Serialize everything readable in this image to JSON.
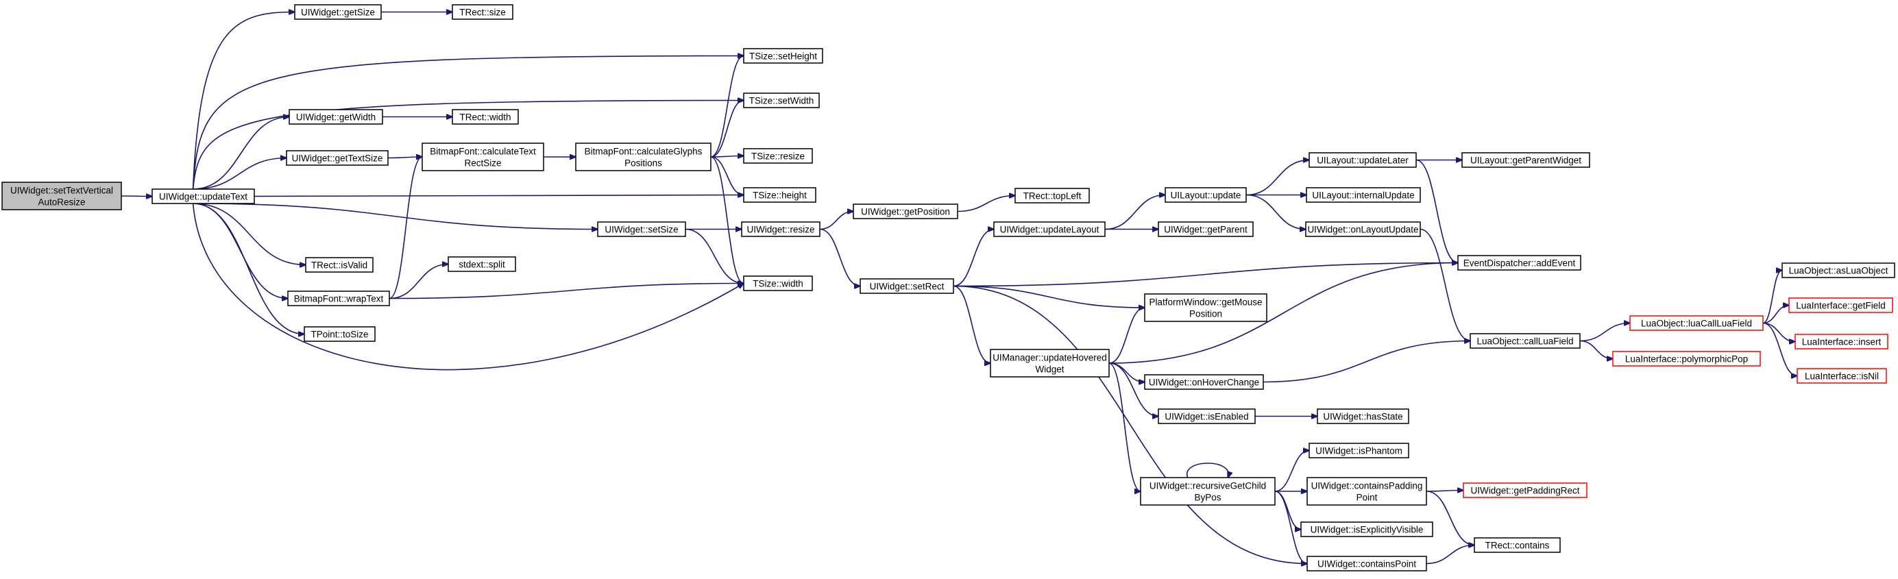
{
  "colors": {
    "background": "#ffffff",
    "edge": "#191970",
    "node_fill": "#ffffff",
    "node_border": "#000000",
    "root_fill": "#bfbfbf",
    "truncated_border": "#ff0000",
    "text": "#000000"
  },
  "nodes": {
    "root": {
      "lines": [
        "UIWidget::setTextVertical",
        "AutoResize"
      ],
      "kind": "root"
    },
    "updateText": {
      "lines": [
        "UIWidget::updateText"
      ]
    },
    "getSize": {
      "lines": [
        "UIWidget::getSize"
      ]
    },
    "trectSize": {
      "lines": [
        "TRect::size"
      ]
    },
    "tsizeSetHeight": {
      "lines": [
        "TSize::setHeight"
      ]
    },
    "tsizeSetWidth": {
      "lines": [
        "TSize::setWidth"
      ]
    },
    "getWidth": {
      "lines": [
        "UIWidget::getWidth"
      ]
    },
    "trectWidth": {
      "lines": [
        "TRect::width"
      ]
    },
    "getTextSize": {
      "lines": [
        "UIWidget::getTextSize"
      ]
    },
    "calcTextRectSize": {
      "lines": [
        "BitmapFont::calculateText",
        "RectSize"
      ]
    },
    "calcGlyphs": {
      "lines": [
        "BitmapFont::calculateGlyphs",
        "Positions"
      ]
    },
    "tsizeResize": {
      "lines": [
        "TSize::resize"
      ]
    },
    "tsizeHeight": {
      "lines": [
        "TSize::height"
      ]
    },
    "setSize": {
      "lines": [
        "UIWidget::setSize"
      ]
    },
    "tsizeWidth": {
      "lines": [
        "TSize::width"
      ]
    },
    "isValid": {
      "lines": [
        "TRect::isValid"
      ]
    },
    "wrapText": {
      "lines": [
        "BitmapFont::wrapText"
      ]
    },
    "split": {
      "lines": [
        "stdext::split"
      ]
    },
    "toSize": {
      "lines": [
        "TPoint::toSize"
      ]
    },
    "resize": {
      "lines": [
        "UIWidget::resize"
      ]
    },
    "getPosition": {
      "lines": [
        "UIWidget::getPosition"
      ]
    },
    "topLeft": {
      "lines": [
        "TRect::topLeft"
      ]
    },
    "setRect": {
      "lines": [
        "UIWidget::setRect"
      ]
    },
    "updateLayout": {
      "lines": [
        "UIWidget::updateLayout"
      ]
    },
    "layoutUpdate": {
      "lines": [
        "UILayout::update"
      ]
    },
    "updateLater": {
      "lines": [
        "UILayout::updateLater"
      ]
    },
    "getParentWidget": {
      "lines": [
        "UILayout::getParentWidget"
      ]
    },
    "internalUpdate": {
      "lines": [
        "UILayout::internalUpdate"
      ]
    },
    "getParent": {
      "lines": [
        "UIWidget::getParent"
      ]
    },
    "onLayoutUpdate": {
      "lines": [
        "UIWidget::onLayoutUpdate"
      ]
    },
    "addEvent": {
      "lines": [
        "EventDispatcher::addEvent"
      ]
    },
    "getMousePos": {
      "lines": [
        "PlatformWindow::getMouse",
        "Position"
      ]
    },
    "updateHovered": {
      "lines": [
        "UIManager::updateHovered",
        "Widget"
      ]
    },
    "callLuaField": {
      "lines": [
        "LuaObject::callLuaField"
      ]
    },
    "luaCallLuaField": {
      "lines": [
        "LuaObject::luaCallLuaField"
      ],
      "kind": "truncated"
    },
    "asLuaObject": {
      "lines": [
        "LuaObject::asLuaObject"
      ]
    },
    "getField": {
      "lines": [
        "LuaInterface::getField"
      ],
      "kind": "truncated"
    },
    "insert": {
      "lines": [
        "LuaInterface::insert"
      ],
      "kind": "truncated"
    },
    "isNil": {
      "lines": [
        "LuaInterface::isNil"
      ],
      "kind": "truncated"
    },
    "polymorphicPop": {
      "lines": [
        "LuaInterface::polymorphicPop"
      ],
      "kind": "truncated"
    },
    "onHoverChange": {
      "lines": [
        "UIWidget::onHoverChange"
      ]
    },
    "isEnabled": {
      "lines": [
        "UIWidget::isEnabled"
      ]
    },
    "hasState": {
      "lines": [
        "UIWidget::hasState"
      ]
    },
    "isPhantom": {
      "lines": [
        "UIWidget::isPhantom"
      ]
    },
    "recursiveGetChild": {
      "lines": [
        "UIWidget::recursiveGetChild",
        "ByPos"
      ]
    },
    "containsPadding": {
      "lines": [
        "UIWidget::containsPadding",
        "Point"
      ]
    },
    "getPaddingRect": {
      "lines": [
        "UIWidget::getPaddingRect"
      ],
      "kind": "truncated"
    },
    "isExplicitlyVisible": {
      "lines": [
        "UIWidget::isExplicitlyVisible"
      ]
    },
    "containsPoint": {
      "lines": [
        "UIWidget::containsPoint"
      ]
    },
    "trectContains": {
      "lines": [
        "TRect::contains"
      ]
    }
  },
  "edges": [
    [
      "root",
      "updateText"
    ],
    [
      "updateText",
      "getSize"
    ],
    [
      "updateText",
      "tsizeSetHeight"
    ],
    [
      "updateText",
      "tsizeSetWidth"
    ],
    [
      "updateText",
      "getWidth"
    ],
    [
      "updateText",
      "getTextSize"
    ],
    [
      "updateText",
      "tsizeHeight"
    ],
    [
      "updateText",
      "setSize"
    ],
    [
      "updateText",
      "isValid"
    ],
    [
      "updateText",
      "wrapText"
    ],
    [
      "updateText",
      "toSize"
    ],
    [
      "updateText",
      "tsizeWidth"
    ],
    [
      "getSize",
      "trectSize"
    ],
    [
      "getWidth",
      "trectWidth"
    ],
    [
      "getTextSize",
      "calcTextRectSize"
    ],
    [
      "calcTextRectSize",
      "calcGlyphs"
    ],
    [
      "calcGlyphs",
      "tsizeSetHeight"
    ],
    [
      "calcGlyphs",
      "tsizeSetWidth"
    ],
    [
      "calcGlyphs",
      "tsizeResize"
    ],
    [
      "calcGlyphs",
      "tsizeHeight"
    ],
    [
      "calcGlyphs",
      "tsizeWidth"
    ],
    [
      "wrapText",
      "calcTextRectSize"
    ],
    [
      "wrapText",
      "split"
    ],
    [
      "wrapText",
      "tsizeWidth"
    ],
    [
      "setSize",
      "resize"
    ],
    [
      "setSize",
      "tsizeWidth"
    ],
    [
      "resize",
      "getPosition"
    ],
    [
      "resize",
      "setRect"
    ],
    [
      "getPosition",
      "topLeft"
    ],
    [
      "setRect",
      "updateLayout"
    ],
    [
      "setRect",
      "addEvent"
    ],
    [
      "setRect",
      "getMousePos"
    ],
    [
      "setRect",
      "updateHovered"
    ],
    [
      "setRect",
      "containsPoint"
    ],
    [
      "updateLayout",
      "layoutUpdate"
    ],
    [
      "updateLayout",
      "getParent"
    ],
    [
      "layoutUpdate",
      "updateLater"
    ],
    [
      "layoutUpdate",
      "internalUpdate"
    ],
    [
      "layoutUpdate",
      "onLayoutUpdate"
    ],
    [
      "updateLater",
      "getParentWidget"
    ],
    [
      "updateLater",
      "addEvent"
    ],
    [
      "onLayoutUpdate",
      "callLuaField"
    ],
    [
      "updateHovered",
      "getMousePos"
    ],
    [
      "updateHovered",
      "addEvent"
    ],
    [
      "updateHovered",
      "onHoverChange"
    ],
    [
      "updateHovered",
      "isEnabled"
    ],
    [
      "updateHovered",
      "recursiveGetChild"
    ],
    [
      "onHoverChange",
      "callLuaField"
    ],
    [
      "callLuaField",
      "luaCallLuaField"
    ],
    [
      "callLuaField",
      "polymorphicPop"
    ],
    [
      "luaCallLuaField",
      "asLuaObject"
    ],
    [
      "luaCallLuaField",
      "getField"
    ],
    [
      "luaCallLuaField",
      "insert"
    ],
    [
      "luaCallLuaField",
      "isNil"
    ],
    [
      "isEnabled",
      "hasState"
    ],
    [
      "recursiveGetChild",
      "recursiveGetChild"
    ],
    [
      "recursiveGetChild",
      "isPhantom"
    ],
    [
      "recursiveGetChild",
      "containsPadding"
    ],
    [
      "recursiveGetChild",
      "isExplicitlyVisible"
    ],
    [
      "recursiveGetChild",
      "containsPoint"
    ],
    [
      "containsPadding",
      "getPaddingRect"
    ],
    [
      "containsPadding",
      "trectContains"
    ],
    [
      "containsPoint",
      "trectContains"
    ]
  ]
}
